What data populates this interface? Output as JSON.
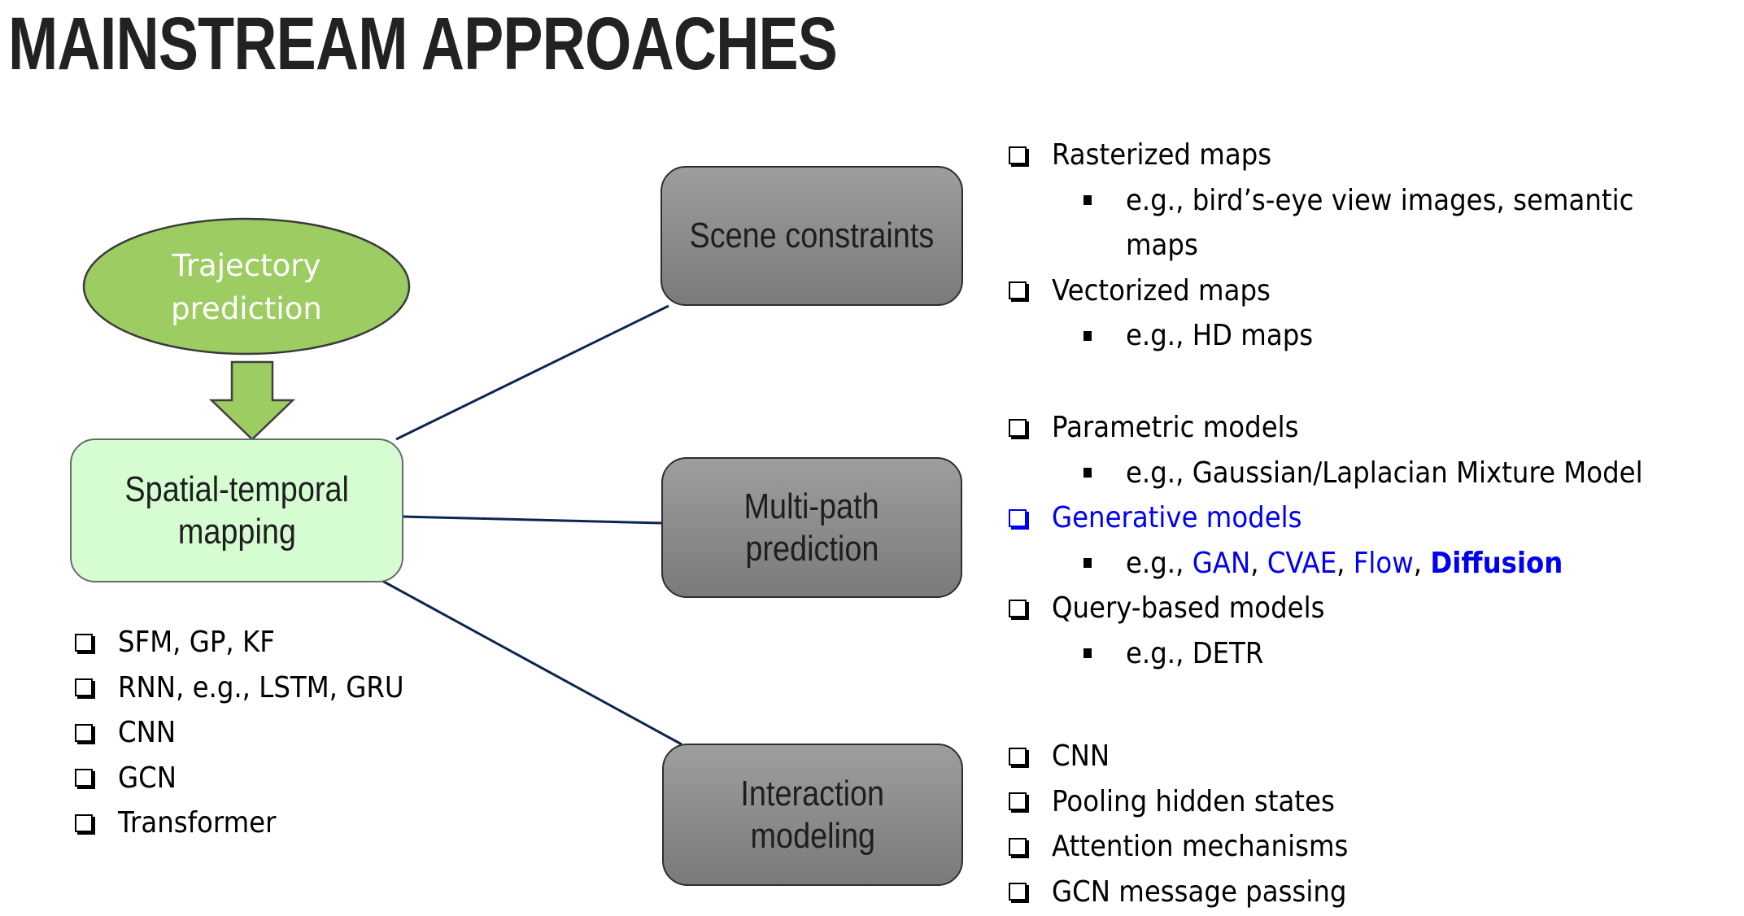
{
  "slide": {
    "title": "MAINSTREAM APPROACHES"
  },
  "diagram": {
    "source_node": {
      "label_line1": "Trajectory",
      "label_line2": "prediction",
      "shape": "ellipse",
      "fill": "#9ccc62"
    },
    "arrow": {
      "icon": "down-arrow",
      "fill": "#9ccc62"
    },
    "center_node": {
      "label_line1": "Spatial-temporal",
      "label_line2": "mapping",
      "fill": "#d6fcd2"
    },
    "branches": [
      {
        "label_line1": "Scene constraints",
        "label_line2": ""
      },
      {
        "label_line1": "Multi-path",
        "label_line2": "prediction"
      },
      {
        "label_line1": "Interaction",
        "label_line2": "modeling"
      }
    ],
    "connector_color": "#0d2650",
    "branch_gradient": [
      "#9e9e9e",
      "#7a7a7a"
    ]
  },
  "left_list": {
    "bullet_icon": "checkbox-shadow-icon",
    "items": [
      "SFM, GP, KF",
      "RNN, e.g., LSTM, GRU",
      "CNN",
      "GCN",
      "Transformer"
    ]
  },
  "scene_list": {
    "items": [
      {
        "label": "Rasterized maps",
        "sub_line1": "e.g., bird’s-eye view images, semantic",
        "sub_line2": "maps"
      },
      {
        "label": "Vectorized maps",
        "sub_line1": "e.g., HD maps"
      }
    ]
  },
  "multipath_list": {
    "highlight_color": "#0000f0",
    "items": [
      {
        "label": "Parametric models",
        "sub": "e.g., Gaussian/Laplacian Mixture Model"
      },
      {
        "label": "Generative models",
        "highlighted": true,
        "sub_prefix": "e.g., ",
        "sub_terms": [
          "GAN",
          "CVAE",
          "Flow",
          "Diffusion"
        ],
        "sub_separator": ", ",
        "bold_term": "Diffusion"
      },
      {
        "label": "Query-based models",
        "sub": "e.g., DETR"
      }
    ]
  },
  "interaction_list": {
    "items": [
      "CNN",
      "Pooling hidden states",
      "Attention mechanisms",
      "GCN message passing"
    ]
  }
}
